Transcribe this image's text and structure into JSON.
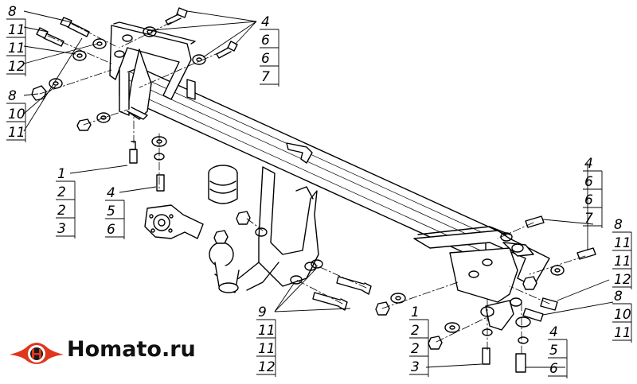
{
  "brand": {
    "name": "Homato.ru",
    "color_primary": "#e0361c",
    "color_dark": "#1a1a1a"
  },
  "callouts": [
    {
      "id": "left-top",
      "labels": [
        "8",
        "11",
        "11",
        "12"
      ]
    },
    {
      "id": "left-mid",
      "labels": [
        "8",
        "10",
        "11"
      ]
    },
    {
      "id": "top-center",
      "labels": [
        "4",
        "6",
        "6",
        "7"
      ]
    },
    {
      "id": "left-lower",
      "labels": [
        "1",
        "2",
        "2",
        "3"
      ]
    },
    {
      "id": "left-lower-2",
      "labels": [
        "4",
        "5",
        "6"
      ]
    },
    {
      "id": "bottom-center",
      "labels": [
        "9",
        "11",
        "11",
        "12"
      ]
    },
    {
      "id": "bottom-right-1",
      "labels": [
        "1",
        "2",
        "2",
        "3"
      ]
    },
    {
      "id": "bottom-right-2",
      "labels": [
        "4",
        "5",
        "6"
      ]
    },
    {
      "id": "right-top",
      "labels": [
        "4",
        "6",
        "6",
        "7"
      ]
    },
    {
      "id": "right-mid",
      "labels": [
        "8",
        "11",
        "11",
        "12"
      ]
    },
    {
      "id": "right-lower",
      "labels": [
        "8",
        "10",
        "11"
      ]
    }
  ]
}
